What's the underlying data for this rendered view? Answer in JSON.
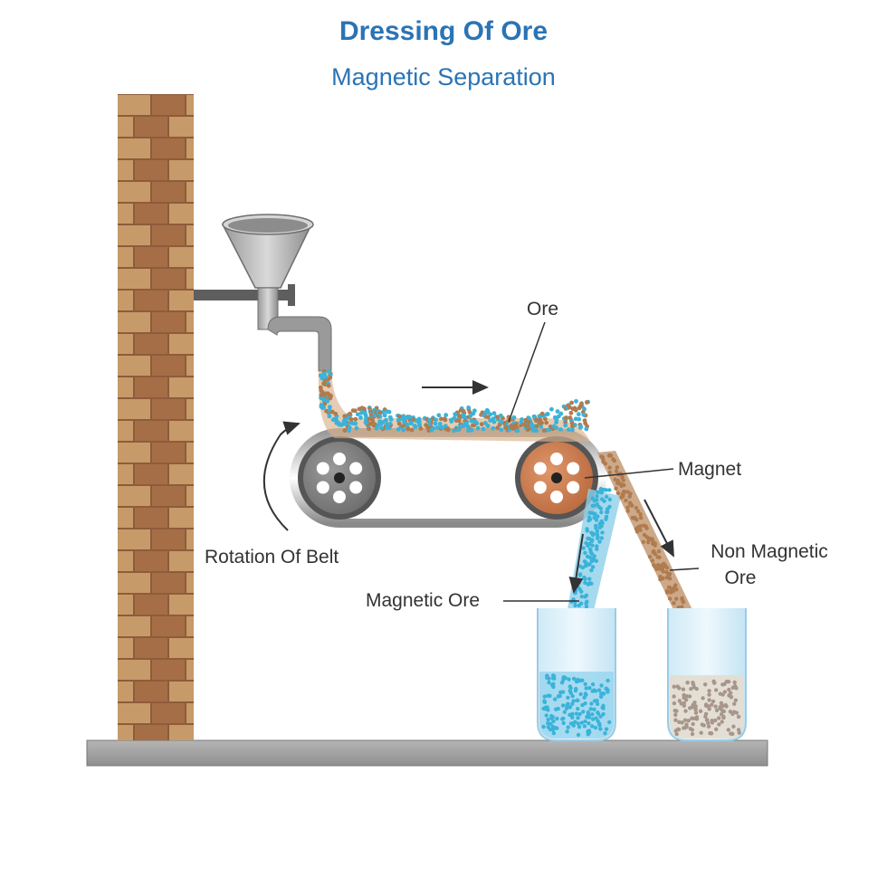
{
  "title": "Dressing Of Ore",
  "subtitle": "Magnetic Separation",
  "labels": {
    "ore": "Ore",
    "magnet": "Magnet",
    "rotation": "Rotation Of Belt",
    "magnetic_ore": "Magnetic Ore",
    "non_magnetic_ore_line1": "Non Magnetic",
    "non_magnetic_ore_line2": "Ore"
  },
  "colors": {
    "title": "#2a74b5",
    "brick_light": "#c79a6a",
    "brick_dark": "#8e5c3a",
    "magnetic_particles": "#3bb3d9",
    "non_magnetic_particles": "#b07b4f",
    "magnet_pulley": "#c77a4a",
    "idle_pulley": "#7a7a7a",
    "base": "#a6a6a6"
  },
  "icons": [
    "arrow-right-icon",
    "rotation-arrow-icon",
    "arrow-down-icon"
  ]
}
